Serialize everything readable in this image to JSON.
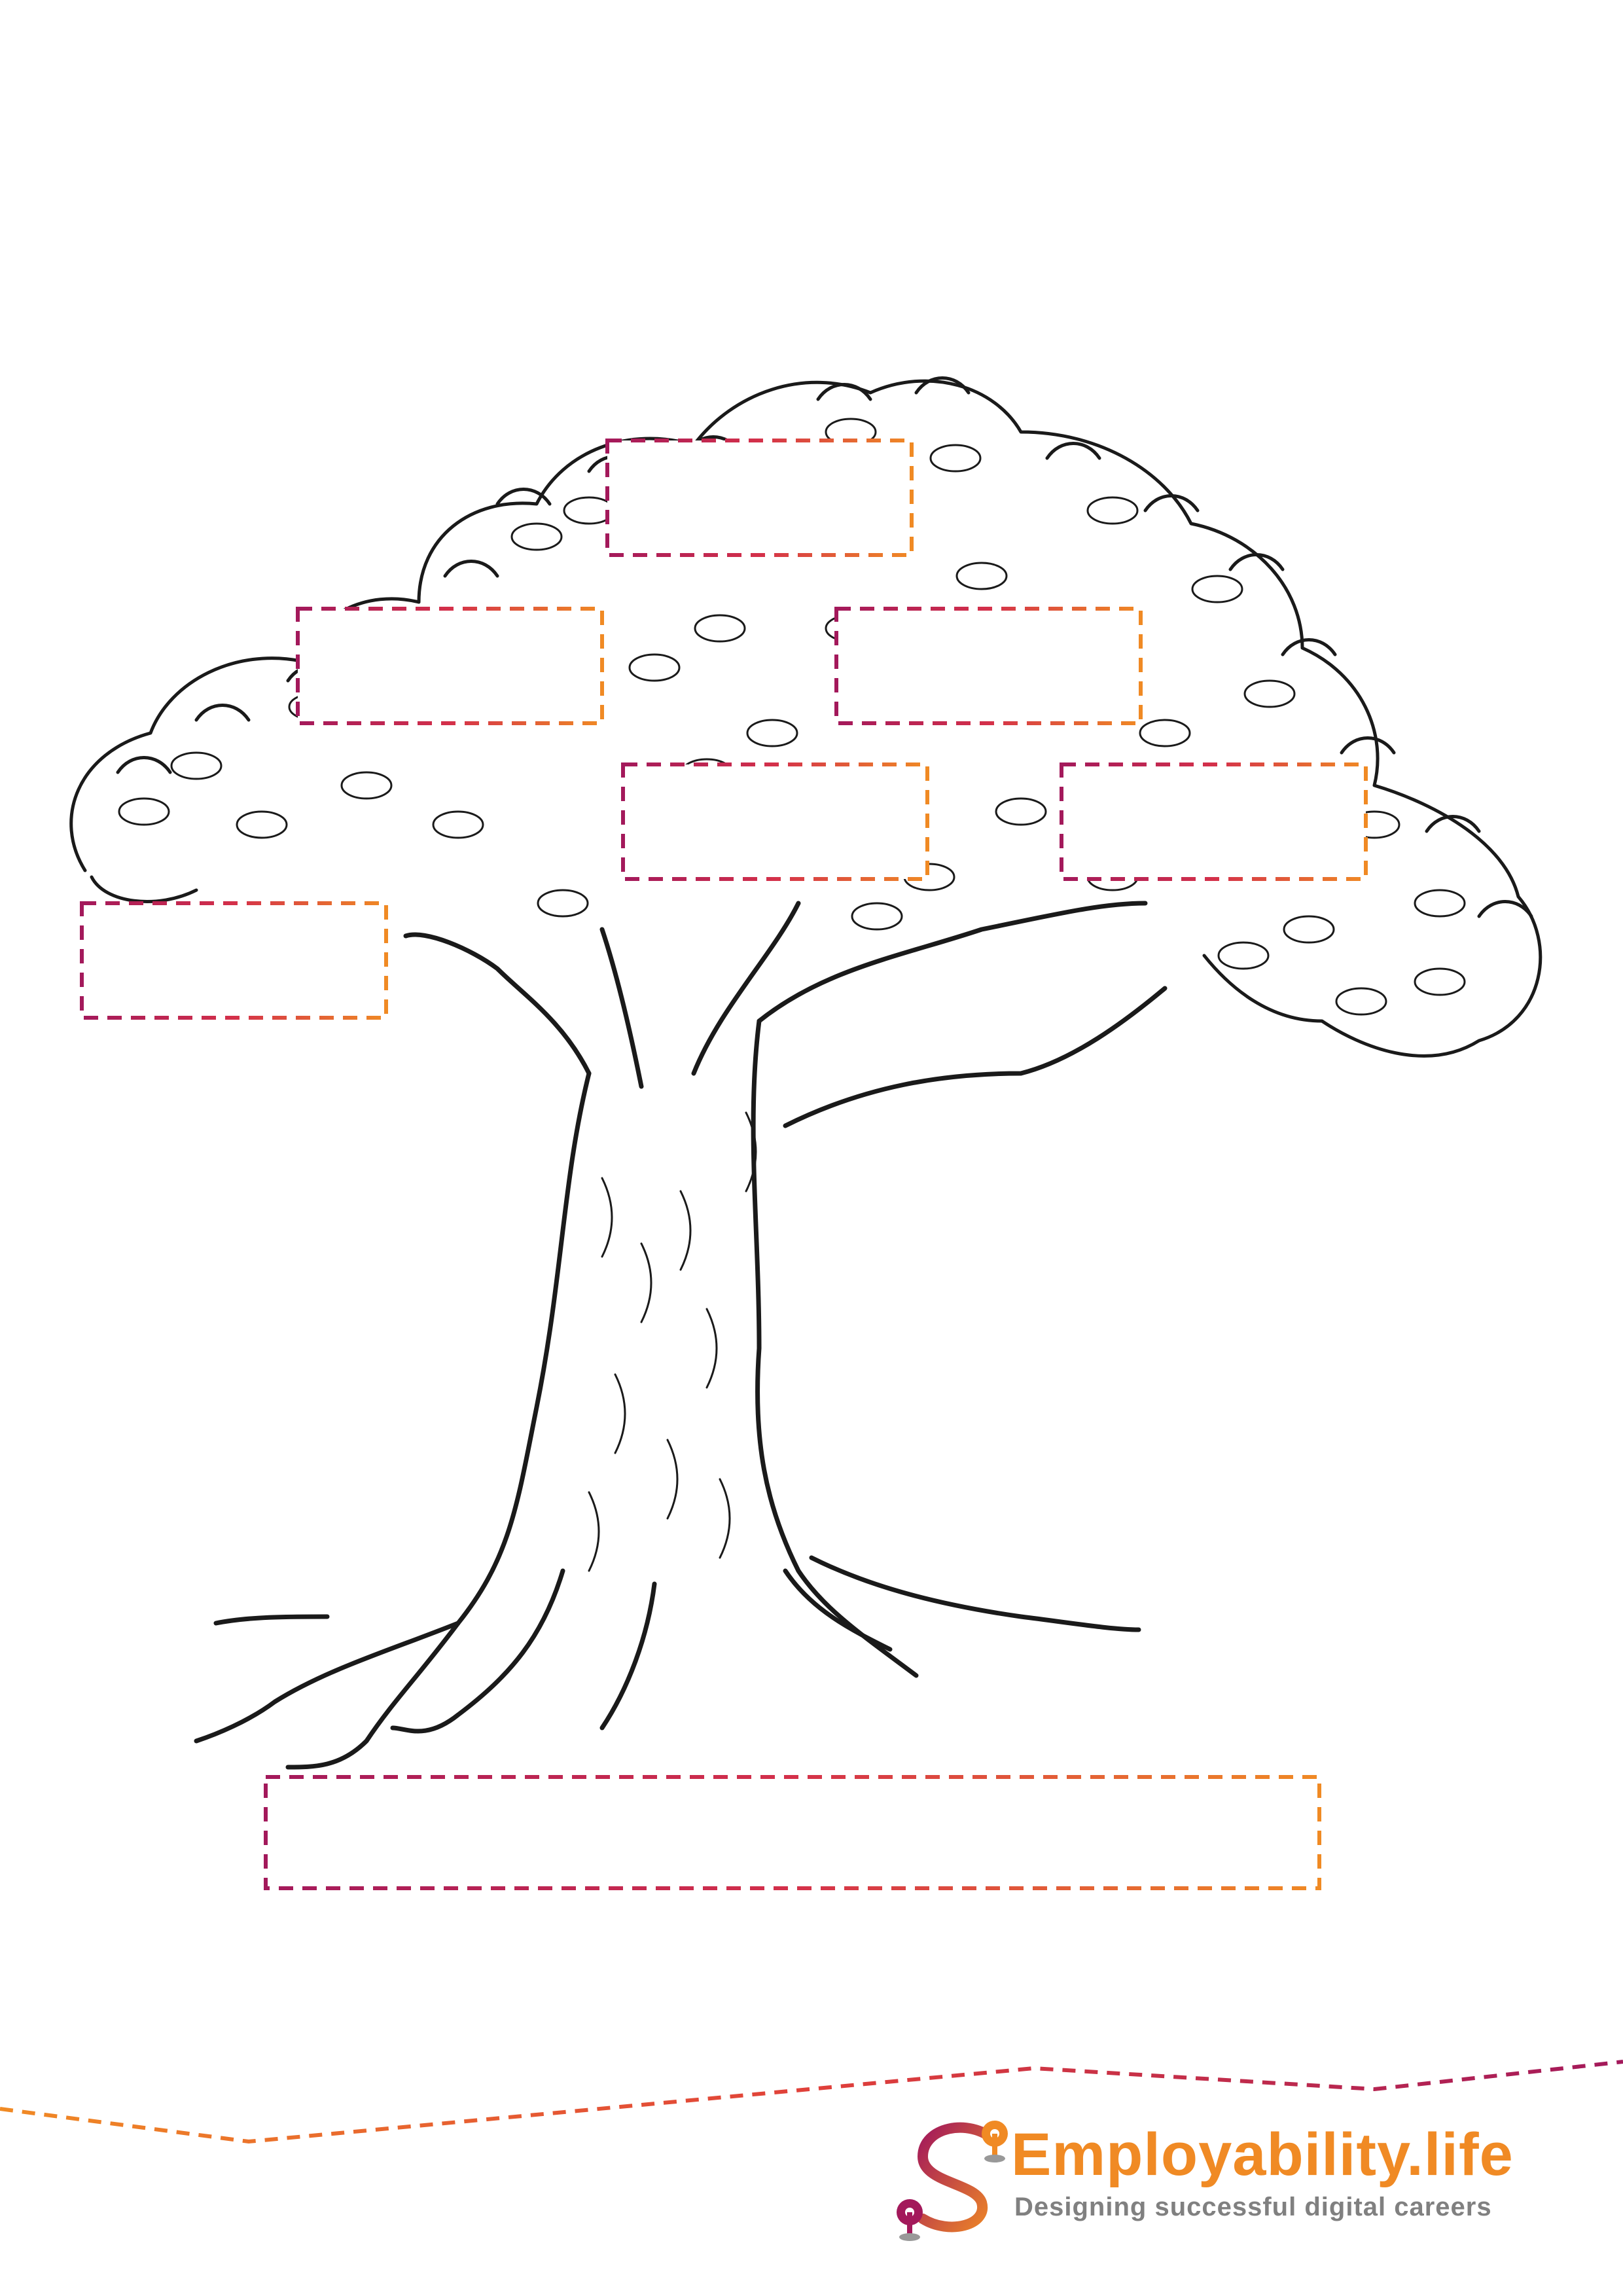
{
  "worksheet": {
    "canopy_boxes": [
      {
        "id": "top",
        "value": ""
      },
      {
        "id": "upper-left",
        "value": ""
      },
      {
        "id": "upper-right",
        "value": ""
      },
      {
        "id": "middle-center",
        "value": ""
      },
      {
        "id": "middle-right",
        "value": ""
      },
      {
        "id": "lower-left",
        "value": ""
      }
    ],
    "trunk_box": {
      "value": ""
    }
  },
  "brand": {
    "name": "Employability.life",
    "tagline": "Designing successful digital careers"
  },
  "colors": {
    "accent_orange": "#f08a24",
    "accent_magenta": "#a3195b",
    "line_dark": "#1a1a1a",
    "tagline_gray": "#808080"
  },
  "icons": [
    "tree-illustration",
    "route-pin-logo-icon"
  ]
}
